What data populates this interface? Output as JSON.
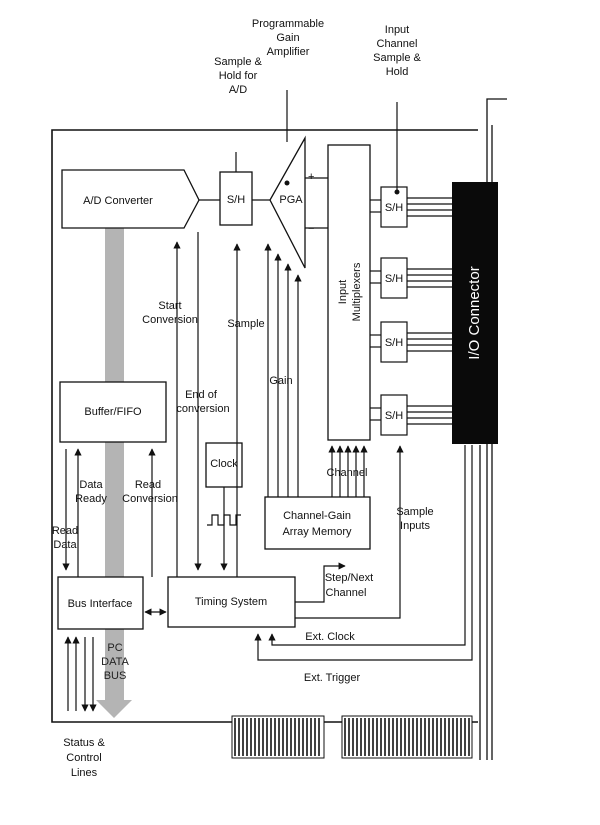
{
  "blocks": {
    "adc": "A/D Converter",
    "sh_main": "S/H",
    "pga": "PGA",
    "mux_line1": "Input",
    "mux_line2": "Multiplexers",
    "sh_ch": "S/H",
    "io_connector": "I/O Connector",
    "buffer": "Buffer/FIFO",
    "clock": "Clock",
    "cg_line1": "Channel-Gain",
    "cg_line2": "Array Memory",
    "bus_interface": "Bus Interface",
    "timing": "Timing System",
    "pc_line1": "PC",
    "pc_line2": "DATA",
    "pc_line3": "BUS"
  },
  "labels": {
    "shad_1": "Sample &",
    "shad_2": "Hold for",
    "shad_3": "A/D",
    "pga_1": "Programmable",
    "pga_2": "Gain",
    "pga_3": "Amplifier",
    "ich_1": "Input",
    "ich_2": "Channel",
    "ich_3": "Sample &",
    "ich_4": "Hold",
    "start_1": "Start",
    "start_2": "Conversion",
    "sample": "Sample",
    "gain": "Gain",
    "eoc_1": "End of",
    "eoc_2": "conversion",
    "channel": "Channel",
    "dready_1": "Data",
    "dready_2": "Ready",
    "rconv_1": "Read",
    "rconv_2": "Conversion",
    "rdata_1": "Read",
    "rdata_2": "Data",
    "sinputs_1": "Sample",
    "sinputs_2": "Inputs",
    "step_1": "Step/Next",
    "step_2": "Channel",
    "ext_clock": "Ext. Clock",
    "ext_trigger": "Ext. Trigger",
    "status_1": "Status &",
    "status_2": "Control",
    "status_3": "Lines"
  },
  "colors": {
    "line": "#111111",
    "io_fill": "#0a0a0a",
    "bus_band": "#b4b4b4"
  }
}
